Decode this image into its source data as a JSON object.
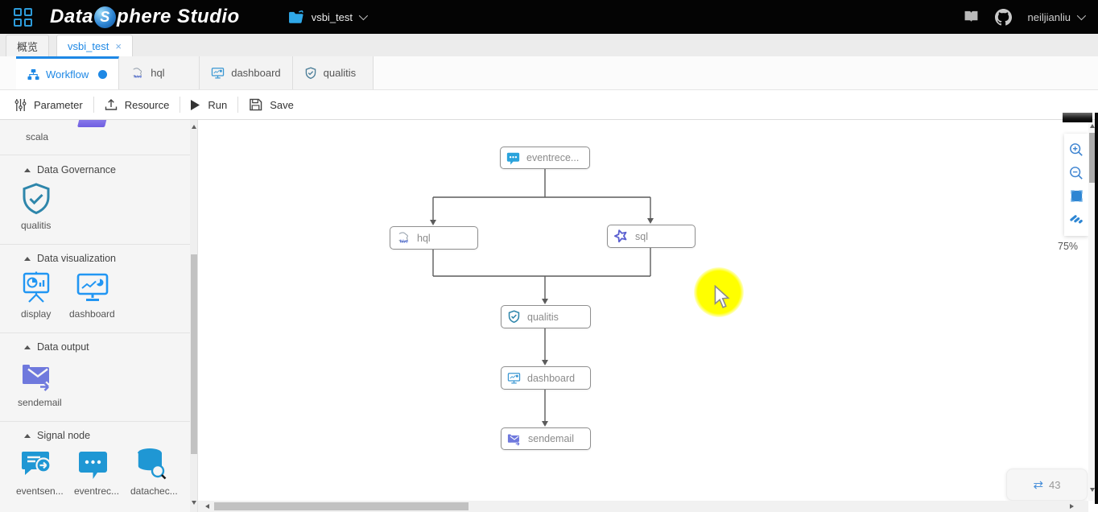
{
  "header": {
    "logo_data": "Data",
    "logo_s": "S",
    "logo_rest": "phere Studio",
    "project_name": "vsbi_test",
    "user_name": "neiljianliu"
  },
  "tabs_level1": [
    {
      "label": "概览"
    },
    {
      "label": "vsbi_test",
      "close_glyph": "×"
    }
  ],
  "tabs_level2": [
    {
      "label": "Workflow",
      "active": true,
      "has_status_dot": true
    },
    {
      "label": "hql"
    },
    {
      "label": "dashboard"
    },
    {
      "label": "qualitis"
    }
  ],
  "toolbar": {
    "items": [
      {
        "label": "Parameter"
      },
      {
        "label": "Resource"
      },
      {
        "label": "Run"
      },
      {
        "label": "Save"
      }
    ]
  },
  "sidebar": {
    "partial_item_label": "scala",
    "sections": [
      {
        "title": "Data Governance",
        "items": [
          {
            "label": "qualitis"
          }
        ]
      },
      {
        "title": "Data visualization",
        "items": [
          {
            "label": "display"
          },
          {
            "label": "dashboard"
          }
        ]
      },
      {
        "title": "Data output",
        "items": [
          {
            "label": "sendemail"
          }
        ]
      },
      {
        "title": "Signal node",
        "items": [
          {
            "label": "eventsen..."
          },
          {
            "label": "eventrec..."
          },
          {
            "label": "datachec..."
          }
        ]
      }
    ]
  },
  "canvas": {
    "nodes": [
      {
        "id": "eventreceiver",
        "label": "eventrece..."
      },
      {
        "id": "hql",
        "label": "hql"
      },
      {
        "id": "sql",
        "label": "sql"
      },
      {
        "id": "qualitis",
        "label": "qualitis"
      },
      {
        "id": "dashboard",
        "label": "dashboard"
      },
      {
        "id": "sendemail",
        "label": "sendemail"
      }
    ],
    "edges": [
      {
        "from": "eventreceiver",
        "to": "hql"
      },
      {
        "from": "eventreceiver",
        "to": "sql"
      },
      {
        "from": "hql",
        "to": "qualitis"
      },
      {
        "from": "sql",
        "to": "qualitis"
      },
      {
        "from": "qualitis",
        "to": "dashboard"
      },
      {
        "from": "dashboard",
        "to": "sendemail"
      }
    ],
    "zoom_level": "75%",
    "run_counter": "43",
    "swap_glyph": "⇄"
  },
  "colors": {
    "accent_blue": "#1e88e5",
    "icon_blue": "#2a9fd8",
    "teal": "#2e86ab",
    "purple": "#6f79dd",
    "highlight_yellow": "#ffff00",
    "header_bg": "#040404"
  }
}
